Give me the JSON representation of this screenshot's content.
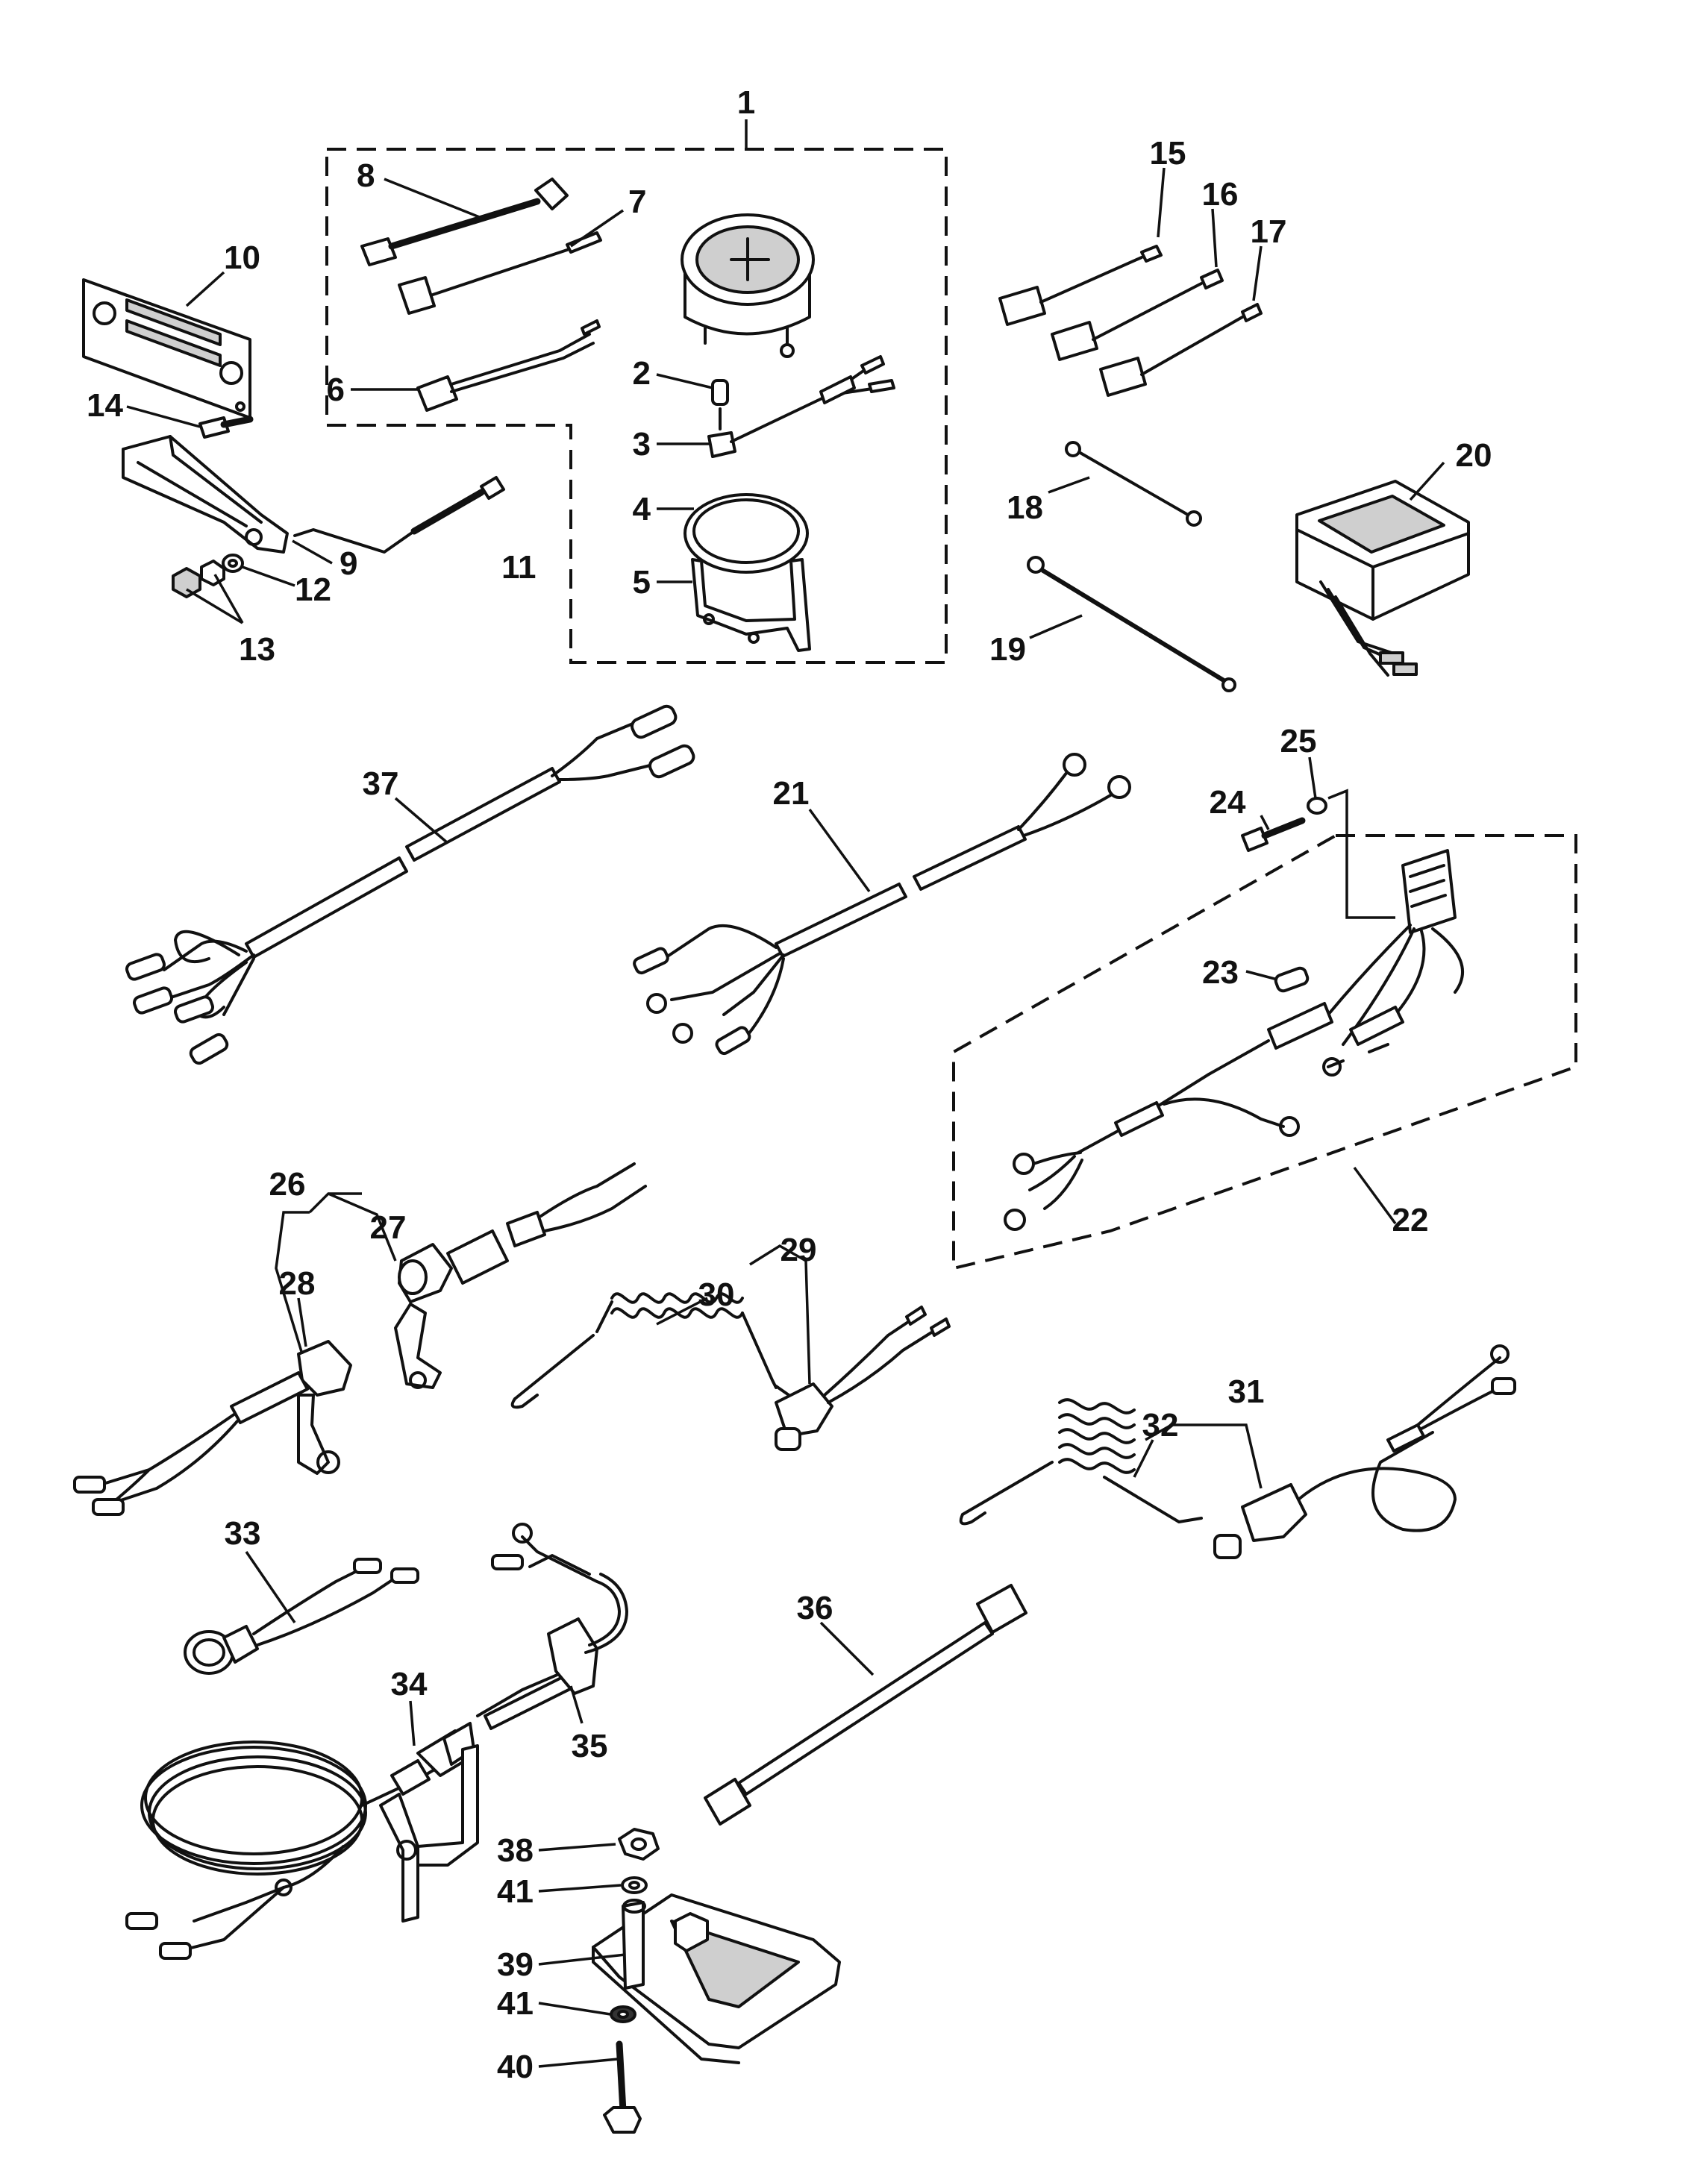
{
  "diagram": {
    "callouts": [
      "1",
      "2",
      "3",
      "4",
      "5",
      "6",
      "7",
      "8",
      "9",
      "10",
      "11",
      "12",
      "13",
      "14",
      "15",
      "16",
      "17",
      "18",
      "19",
      "20",
      "21",
      "22",
      "23",
      "24",
      "25",
      "26",
      "27",
      "28",
      "29",
      "30",
      "31",
      "32",
      "33",
      "34",
      "35",
      "36",
      "37",
      "38",
      "39",
      "40",
      "41",
      "41"
    ]
  }
}
